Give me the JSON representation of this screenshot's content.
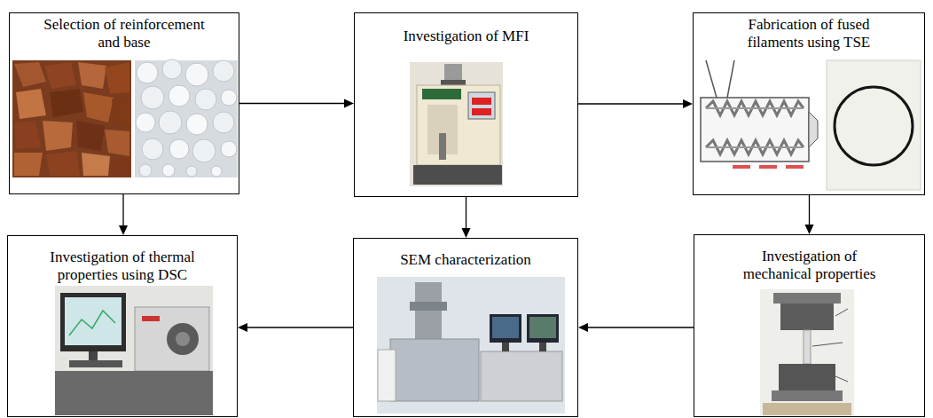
{
  "diagram": {
    "nodes": [
      {
        "text": [
          "Selection of reinforcement and base"
        ]
      },
      {
        "text": [
          "Investigation of MFI"
        ]
      },
      {
        "text": [
          "Fabrication of fused filaments using TSE"
        ]
      },
      {
        "text": [
          "Investigation of thermal properties using DSC"
        ]
      },
      {
        "text": [
          "SEM characterization"
        ]
      },
      {
        "text": [
          "Investigation of mechanical properties"
        ]
      }
    ],
    "edges": [
      {
        "from": 0,
        "to": 1,
        "arrow": "to"
      },
      {
        "from": 1,
        "to": 2,
        "arrow": "to"
      },
      {
        "from": 0,
        "to": 3,
        "arrow": "to"
      },
      {
        "from": 1,
        "to": 4,
        "arrow": "to"
      },
      {
        "from": 2,
        "to": 5,
        "arrow": "to"
      },
      {
        "from": 5,
        "to": 4,
        "arrow": "to"
      },
      {
        "from": 4,
        "to": 3,
        "arrow": "to"
      }
    ]
  }
}
